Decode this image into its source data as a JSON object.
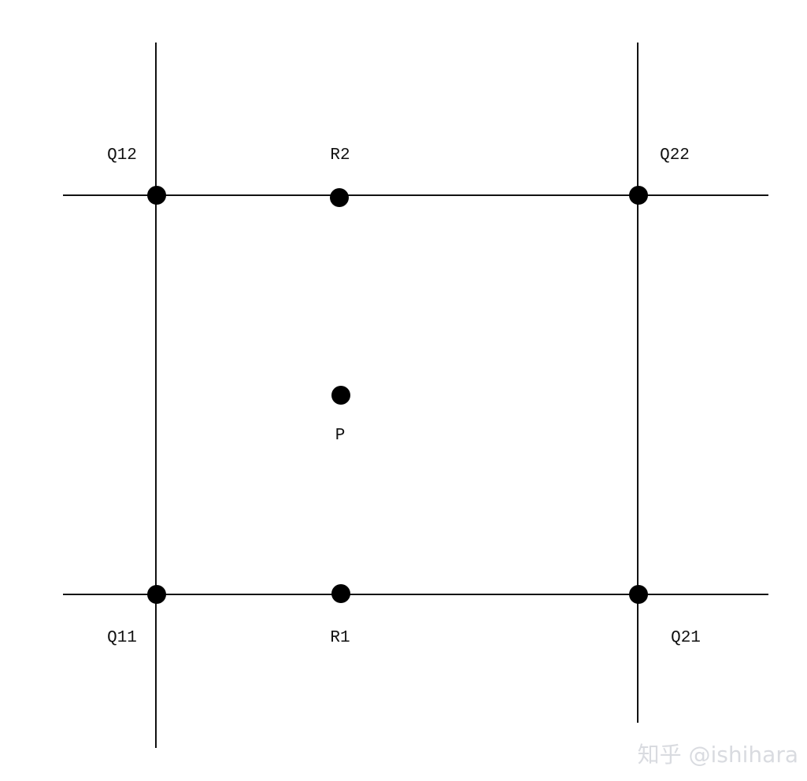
{
  "diagram": {
    "points": {
      "q12": {
        "label": "Q12"
      },
      "r2": {
        "label": "R2"
      },
      "q22": {
        "label": "Q22"
      },
      "p": {
        "label": "P"
      },
      "q11": {
        "label": "Q11"
      },
      "r1": {
        "label": "R1"
      },
      "q21": {
        "label": "Q21"
      }
    },
    "colors": {
      "line": "#111111",
      "dot": "#000000",
      "label": "#111111",
      "watermark": "#d9dbe0"
    }
  },
  "watermark": {
    "text": "知乎 @ishihara"
  }
}
